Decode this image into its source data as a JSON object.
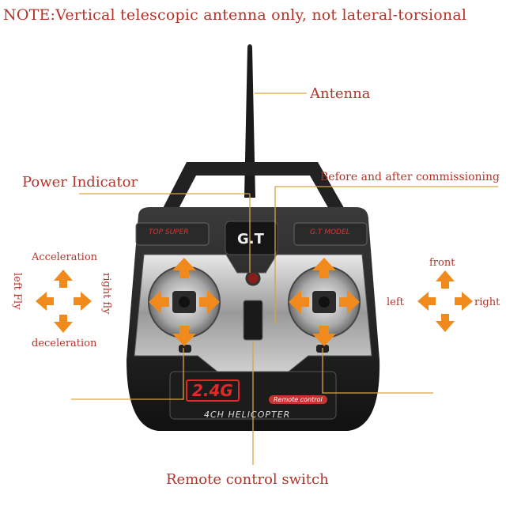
{
  "note": "NOTE:Vertical telescopic antenna only, not lateral-torsional",
  "callouts": {
    "antenna": "Antenna",
    "power_indicator": "Power Indicator",
    "commissioning": "Before and after commissioning",
    "remote_switch": "Remote control switch"
  },
  "left_stick": {
    "up": "Acceleration",
    "down": "deceleration",
    "left": "left Fly",
    "right": "right fly"
  },
  "right_stick": {
    "up": "front",
    "left": "left",
    "right": "right"
  },
  "device": {
    "brand": "G.T",
    "left_badge": "TOP SUPER",
    "right_badge": "G.T MODEL",
    "frequency": "2.4G",
    "switch_label": "Remote control",
    "model": "4CH HELICOPTER"
  },
  "colors": {
    "label": "#b5332a",
    "arrow": "#f08a1c",
    "leader": "#d9a441"
  }
}
